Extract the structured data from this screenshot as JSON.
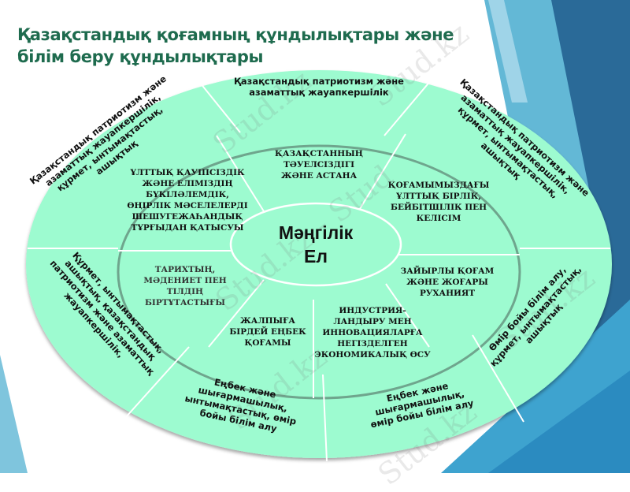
{
  "slide": {
    "title_line1": "Қазақстандық қоғамның құндылықтары және",
    "title_line2": "білім беру құндылықтары",
    "colors": {
      "title": "#1e6b4e",
      "ellipse_fill": "#9dfbd0",
      "ring_border": "#6fa58d",
      "divider": "#ffffff",
      "deco_light_blue": "#63b8d6",
      "deco_dark_blue": "#245f8c"
    }
  },
  "diagram": {
    "center": {
      "line1": "Мәңгілік",
      "line2": "Ел"
    },
    "outer_segments": [
      {
        "id": "top",
        "lines": [
          "Қазақстандық патриотизм және",
          "азаматтық жауапкершілік"
        ]
      },
      {
        "id": "top-left",
        "lines": [
          "Қазақстандық патриотизм және",
          "азаматтық жауапкершілік,",
          "құрмет, ынтымақтастық,",
          "ашықтық"
        ]
      },
      {
        "id": "top-right",
        "lines": [
          "Қазақстандық патриотизм және",
          "азаматтық жауапкершілік,",
          "құрмет, ынтымақтастық,",
          "ашықтық"
        ]
      },
      {
        "id": "left",
        "lines": [
          "Құрмет, ынтымақтастық,",
          "ашықтық, қазақстандық",
          "патриотизм және азаматтық",
          "жауапкершілік,"
        ]
      },
      {
        "id": "right",
        "lines": [
          "Өмір бойы білім алу,",
          "құрмет, ынтымақтастық,",
          "ашықтық"
        ]
      },
      {
        "id": "bottom-left",
        "lines": [
          "Еңбек және",
          "шығармашылық,",
          "ынтымақтастық, өмір",
          "бойы білім алу"
        ]
      },
      {
        "id": "bottom-right",
        "lines": [
          "Еңбек және",
          "шығармашылық,",
          "өмір бойы білім алу"
        ]
      }
    ],
    "inner_segments": [
      {
        "id": "security",
        "lines": [
          "ҰЛТТЫҚ ҚАУІПСІЗДІК",
          "ЖӘНЕ ЕЛІМІЗДІҢ",
          "БҮКІЛӘЛЕМДІК,",
          "ӨҢІРЛІК МӘСЕЛЕЛЕРДІ",
          "ШЕШУГЕЖАҺАНДЫҚ",
          "ТҰРҒЫДАН  ҚАТЫСУЫ"
        ]
      },
      {
        "id": "independence",
        "lines": [
          "ҚАЗАҚСТАННЫҢ",
          "ТӘУЕЛСІЗДІГІ",
          "ЖӘНЕ АСТАНА"
        ]
      },
      {
        "id": "unity",
        "lines": [
          "ҚОҒАМЫМЫЗДАҒЫ",
          "ҰЛТТЫҚ БІРЛІК,",
          "БЕЙБІТШІЛІК ПЕН",
          "КЕЛІСІМ"
        ]
      },
      {
        "id": "history",
        "lines": [
          "ТАРИХТЫҢ,",
          "МӘДЕНИЕТ ПЕН",
          "ТІЛДІҢ",
          "БІРТҰТАСТЫҒЫ"
        ]
      },
      {
        "id": "secular",
        "lines": [
          "ЗАЙЫРЛЫ ҚОҒАМ",
          "ЖӘНЕ ЖОҒАРЫ",
          "РУХАНИЯТ"
        ]
      },
      {
        "id": "labour",
        "lines": [
          "ЖАЛПЫҒА",
          "БІРДЕЙ ЕҢБЕК",
          "ҚОҒАМЫ"
        ]
      },
      {
        "id": "industry",
        "lines": [
          "ИНДУСТРИЯ-",
          "ЛАНДЫРУ МЕН",
          "ИННОВАЦИЯЛАРҒА",
          "НЕГІЗДЕЛГЕН",
          "ЭКОНОМИКАЛЫҚ ӨСУ"
        ]
      }
    ]
  },
  "watermarks": [
    "Stud.kz",
    "Stud.kz",
    "Stud.kz - Stud",
    "Stud.kz",
    "Stud.kz",
    "Stud.kz"
  ]
}
